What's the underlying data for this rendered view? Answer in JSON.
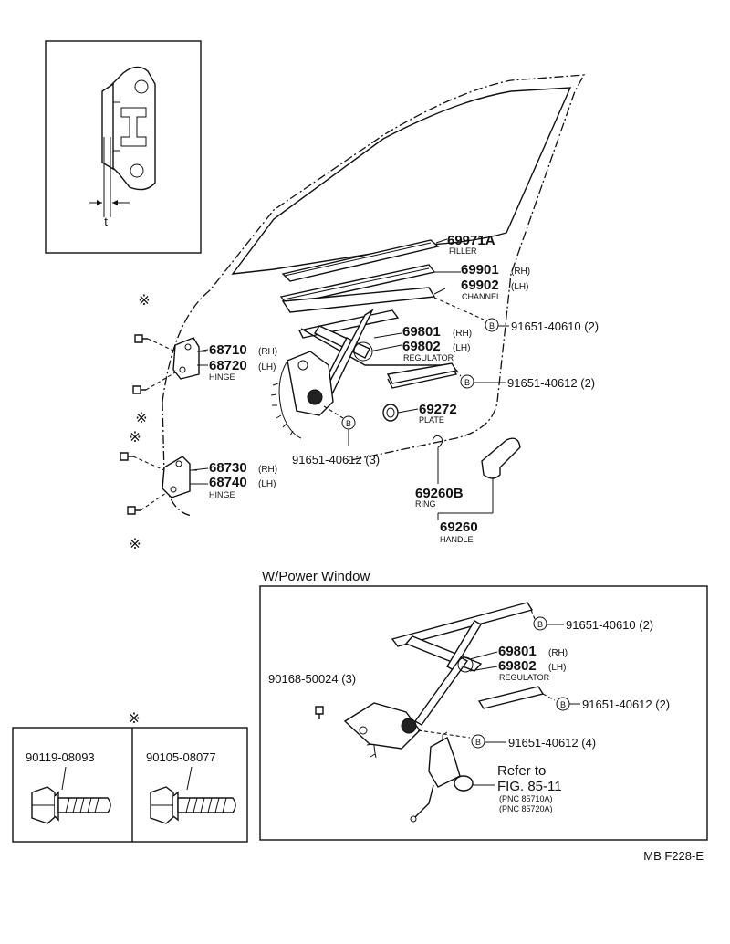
{
  "inset": {
    "dimension_label": "t"
  },
  "parts": {
    "filler": {
      "number": "69971A",
      "caption": "FILLER"
    },
    "channel": {
      "number_rh": "69901",
      "number_lh": "69902",
      "rh": "(RH)",
      "lh": "(LH)",
      "caption": "CHANNEL"
    },
    "regulator": {
      "number_rh": "69801",
      "number_lh": "69802",
      "rh": "(RH)",
      "lh": "(LH)",
      "caption": "REGULATOR"
    },
    "plate": {
      "number": "69272",
      "caption": "PLATE"
    },
    "ring": {
      "number": "69260B",
      "caption": "RING"
    },
    "handle": {
      "number": "69260",
      "caption": "HANDLE"
    },
    "upper_hinge": {
      "number_rh": "68710",
      "number_lh": "68720",
      "rh": "(RH)",
      "lh": "(LH)",
      "caption": "HINGE"
    },
    "lower_hinge": {
      "number_rh": "68730",
      "number_lh": "68740",
      "rh": "(RH)",
      "lh": "(LH)",
      "caption": "HINGE"
    },
    "bolt_a": "91651-40610 (2)",
    "bolt_b": "91651-40612 (2)",
    "bolt_c": "91651-40612 (3)",
    "callout_letter": "B",
    "mark": "※"
  },
  "power_window": {
    "title": "W/Power Window",
    "bolt_a": "91651-40610 (2)",
    "bolt_b": "91651-40612 (2)",
    "bolt_c": "91651-40612 (4)",
    "screw": "90168-50024 (3)",
    "regulator": {
      "number_rh": "69801",
      "number_lh": "69802",
      "rh": "(RH)",
      "lh": "(LH)",
      "caption": "REGULATOR"
    },
    "refer_line1": "Refer to",
    "refer_line2": "FIG. 85-11",
    "refer_pnc1": "(PNC 85710A)",
    "refer_pnc2": "(PNC 85720A)"
  },
  "bolts_box": {
    "mark": "※",
    "left_part": "90119-08093",
    "right_part": "90105-08077"
  },
  "figure_code": "MB F228-E"
}
